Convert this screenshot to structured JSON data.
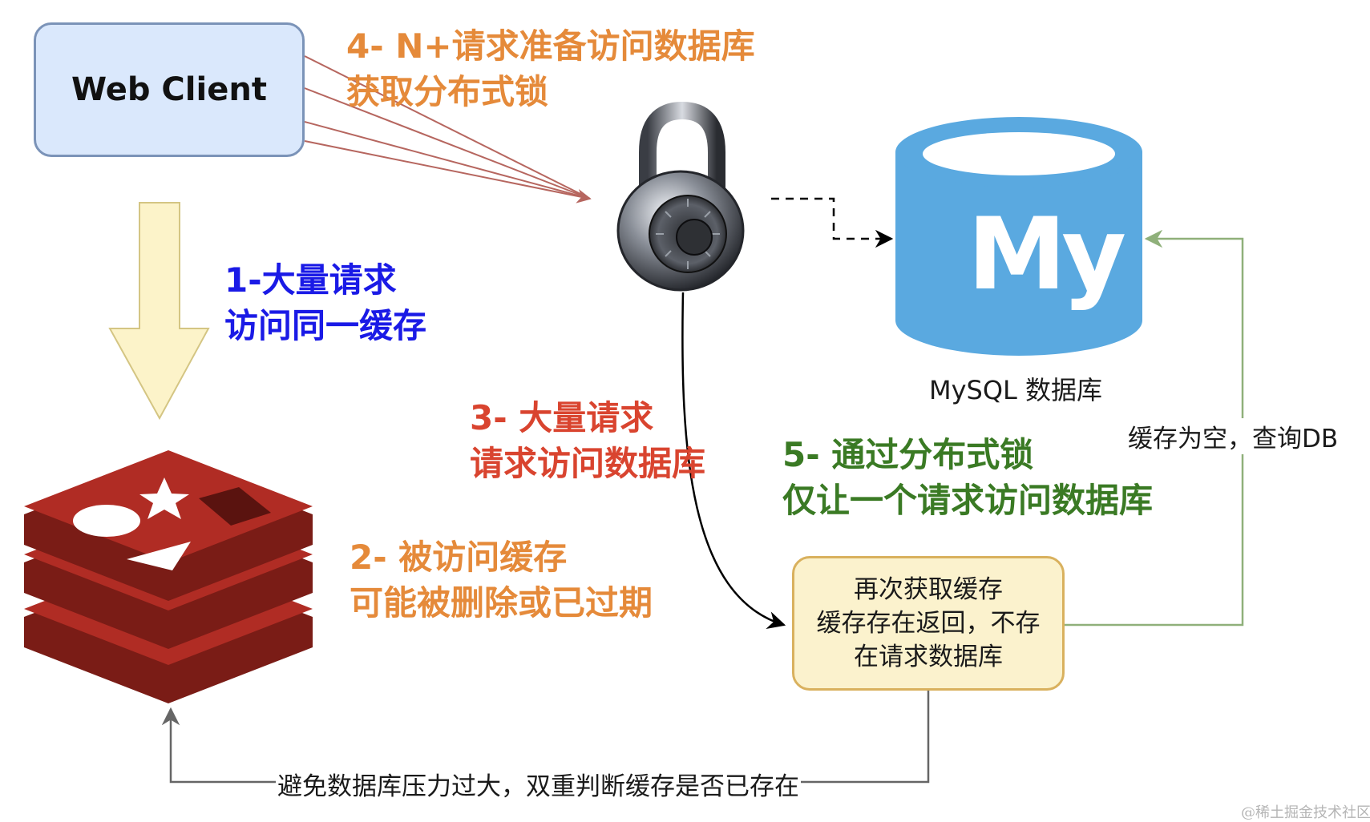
{
  "nodes": {
    "web_client": "Web Client",
    "mysql_logo": "My",
    "mysql_label": "MySQL 数据库",
    "fetch_box": [
      "再次获取缓存",
      "缓存存在返回，不存",
      "在请求数据库"
    ]
  },
  "steps": {
    "s1": [
      "1-大量请求",
      "访问同一缓存"
    ],
    "s2": [
      "2-  被访问缓存",
      "可能被删除或已过期"
    ],
    "s3": [
      "3-  大量请求",
      "请求访问数据库"
    ],
    "s4": [
      "4-  N+请求准备访问数据库",
      "获取分布式锁"
    ],
    "s5": [
      "5-  通过分布式锁",
      "仅让一个请求访问数据库"
    ]
  },
  "edges": {
    "cache_empty": "缓存为空，查询DB",
    "double_check": "避免数据库压力过大，双重判断缓存是否已存在"
  },
  "watermark": "@稀土掘金技术社区",
  "colors": {
    "blue": "#1a1ae6",
    "orange": "#e58a3a",
    "red": "#d9442f",
    "green": "#3a7a24",
    "web_fill": "#dae8fc",
    "fetch_fill": "#fbf2cd",
    "mysql_blue": "#5aa9e0",
    "redis_red": "#a42a22"
  }
}
